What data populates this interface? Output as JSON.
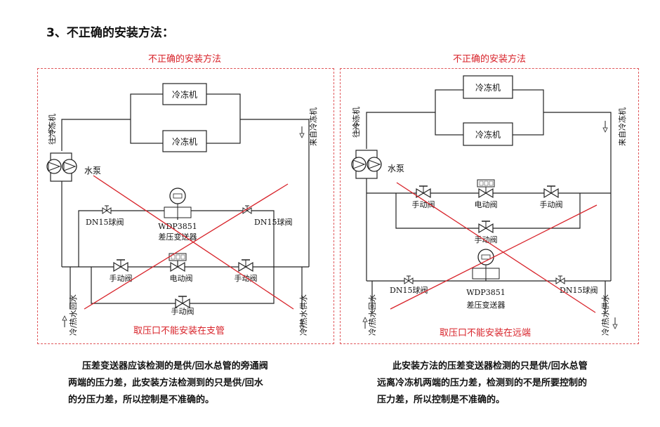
{
  "heading": "3、不正确的安装方法：",
  "colors": {
    "error": "#d8232a",
    "line": "#222222"
  },
  "left": {
    "title": "不正确的安装方法",
    "chiller_top": "冷冻机",
    "chiller_bottom": "冷冻机",
    "to_chiller": "往冷冻机",
    "from_chiller": "来自冷冻机",
    "pump": "水泵",
    "valve_left": "DN15球阀",
    "valve_right": "DN15球阀",
    "transmitter_model": "WDP3851",
    "transmitter_name": "差压变送器",
    "manual_valve_1": "手动阀",
    "electric_valve": "电动阀",
    "manual_valve_2": "手动阀",
    "manual_valve_bypass": "手动阀",
    "return_water": "冷/热水回水",
    "supply_water": "冷/热水供水",
    "caption": "取压口不能安装在支管",
    "description": [
      "压差变送器应该检测的是供/回水总管的旁通阀",
      "两端的压力差，此安装方法检测到的只是供/回水",
      "的分压力差，所以控制是不准确的。"
    ]
  },
  "right": {
    "title": "不正确的安装方法",
    "chiller_top": "冷冻机",
    "chiller_bottom": "冷冻机",
    "to_chiller": "往冷冻机",
    "from_chiller": "来自冷冻机",
    "pump": "水泵",
    "manual_valve_1": "手动阀",
    "electric_valve": "电动阀",
    "manual_valve_2": "手动阀",
    "manual_valve_bypass": "手动阀",
    "valve_left": "DN15球阀",
    "valve_right": "DN15球阀",
    "transmitter_model": "WDP3851",
    "transmitter_name": "差压变送器",
    "return_water": "冷/热水回水",
    "supply_water": "冷/热水供水",
    "caption": "取压口不能安装在远端",
    "description": [
      "此安装方法的压差变送器检测的只是供/回水总管",
      "远离冷冻机两端的压力差，检测到的不是所要控制的",
      "压力差，所以控制是不准确的。"
    ]
  }
}
